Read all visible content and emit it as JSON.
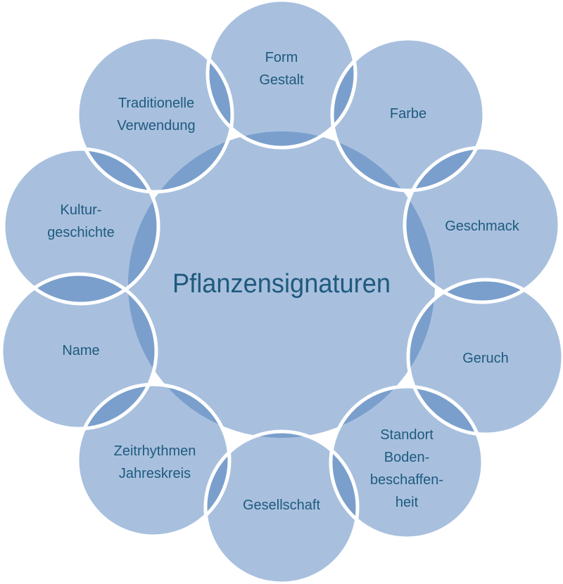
{
  "center": {
    "title": "Pflanzensignaturen"
  },
  "nodes": [
    {
      "lines": [
        "Form",
        "Gestalt"
      ]
    },
    {
      "lines": [
        "Farbe"
      ]
    },
    {
      "lines": [
        "Geschmack"
      ]
    },
    {
      "lines": [
        "Geruch"
      ]
    },
    {
      "lines": [
        "Standort",
        "Boden-",
        "beschaffen-",
        "heit"
      ]
    },
    {
      "lines": [
        "Gesellschaft"
      ]
    },
    {
      "lines": [
        "Zeitrhythmen",
        "Jahreskreis"
      ]
    },
    {
      "lines": [
        "Name"
      ]
    },
    {
      "lines": [
        "Kultur-",
        "geschichte"
      ]
    },
    {
      "lines": [
        "Traditionelle",
        "Verwendung"
      ]
    }
  ],
  "colors": {
    "fill": "#a8c0de",
    "overlap": "#7ba0cc",
    "text": "#1f5a7e",
    "stroke": "#ffffff"
  }
}
